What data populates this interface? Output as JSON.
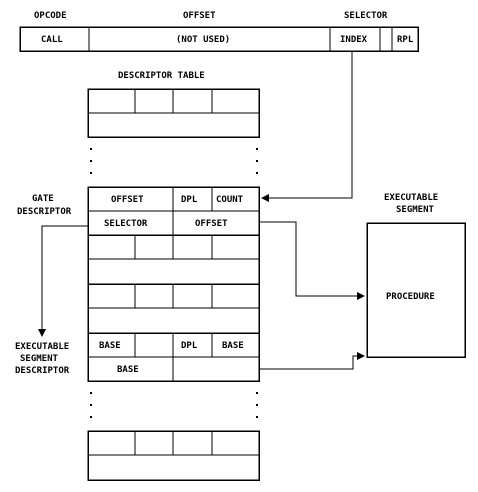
{
  "instruction": {
    "headers": {
      "opcode": "OPCODE",
      "offset": "OFFSET",
      "selector": "SELECTOR"
    },
    "fields": {
      "call": "CALL",
      "not_used": "(NOT USED)",
      "index": "INDEX",
      "rpl": "RPL"
    }
  },
  "descriptor_table": {
    "title": "DESCRIPTOR TABLE"
  },
  "gate": {
    "label_line1": "GATE",
    "label_line2": "DESCRIPTOR",
    "row1": {
      "offset": "OFFSET",
      "dpl": "DPL",
      "count": "COUNT"
    },
    "row2": {
      "selector": "SELECTOR",
      "offset": "OFFSET"
    }
  },
  "exec_descriptor": {
    "label_line1": "EXECUTABLE",
    "label_line2": "SEGMENT",
    "label_line3": "DESCRIPTOR",
    "row1": {
      "base": "BASE",
      "dpl": "DPL",
      "base2": "BASE"
    },
    "row2": {
      "base": "BASE"
    }
  },
  "exec_segment": {
    "label_line1": "EXECUTABLE",
    "label_line2": "SEGMENT",
    "procedure": "PROCEDURE"
  }
}
